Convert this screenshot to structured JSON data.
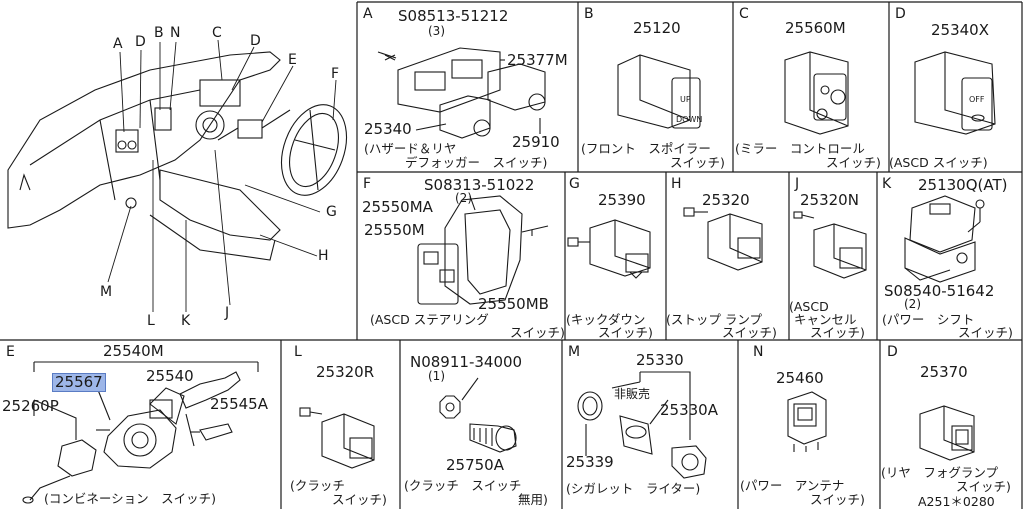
{
  "colors": {
    "line": "#1a1a1a",
    "background": "#ffffff",
    "highlight": "#9db6e8"
  },
  "overview": {
    "callouts": [
      "A",
      "D",
      "B",
      "N",
      "C",
      "D",
      "E",
      "F",
      "G",
      "H",
      "M",
      "L",
      "K",
      "J"
    ]
  },
  "panels": {
    "A": {
      "key": "A",
      "parts": [
        "S08513-51212",
        "(3)",
        "25377M",
        "25340",
        "25910"
      ],
      "caption": [
        "(ハザード＆リヤ",
        "デフォッガー　スイッチ)"
      ]
    },
    "B": {
      "key": "B",
      "parts": [
        "25120"
      ],
      "caption": [
        "(フロント　スポイラー",
        "スイッチ)"
      ]
    },
    "C": {
      "key": "C",
      "parts": [
        "25560M"
      ],
      "caption": [
        "(ミラー　コントロール",
        "スイッチ)"
      ]
    },
    "D": {
      "key": "D",
      "parts": [
        "25340X"
      ],
      "caption": [
        "(ASCD スイッチ)"
      ]
    },
    "F": {
      "key": "F",
      "parts": [
        "S08313-51022",
        "(2)",
        "25550MA",
        "25550M",
        "25550MB"
      ],
      "caption": [
        "(ASCD ステアリング",
        "スイッチ)"
      ]
    },
    "G": {
      "key": "G",
      "parts": [
        "25390"
      ],
      "caption": [
        "(キックダウン",
        "スイッチ)"
      ]
    },
    "H": {
      "key": "H",
      "parts": [
        "25320"
      ],
      "caption": [
        "(ストップ ランプ",
        "スイッチ)"
      ]
    },
    "J": {
      "key": "J",
      "parts": [
        "25320N"
      ],
      "caption": [
        "(ASCD",
        "キャンセル",
        "スイッチ)"
      ]
    },
    "K": {
      "key": "K",
      "parts": [
        "25130Q(AT)",
        "S08540-51642",
        "(2)"
      ],
      "caption": [
        "(パワー　シフト",
        "スイッチ)"
      ]
    },
    "E": {
      "key": "E",
      "parts": [
        "25540M",
        "25567",
        "25540",
        "25260P",
        "25545A"
      ],
      "caption": [
        "(コンビネーション　スイッチ)"
      ]
    },
    "L": {
      "key": "L",
      "parts": [
        "25320R"
      ],
      "caption": [
        "(クラッチ",
        "スイッチ)"
      ]
    },
    "CL": {
      "parts": [
        "N08911-34000",
        "(1)",
        "25750A"
      ],
      "caption": [
        "(クラッチ　スイッチ",
        "無用)"
      ]
    },
    "M": {
      "key": "M",
      "parts": [
        "25330",
        "非販売",
        "25330A",
        "25339"
      ],
      "caption": [
        "(シガレット　ライター)"
      ]
    },
    "N": {
      "key": "N",
      "parts": [
        "25460"
      ],
      "caption": [
        "(パワー　アンテナ",
        "スイッチ)"
      ]
    },
    "D2": {
      "key": "D",
      "parts": [
        "25370"
      ],
      "caption": [
        "(リヤ　フォグランプ",
        "スイッチ)"
      ]
    }
  },
  "footer": {
    "code": "A251＊0280"
  }
}
